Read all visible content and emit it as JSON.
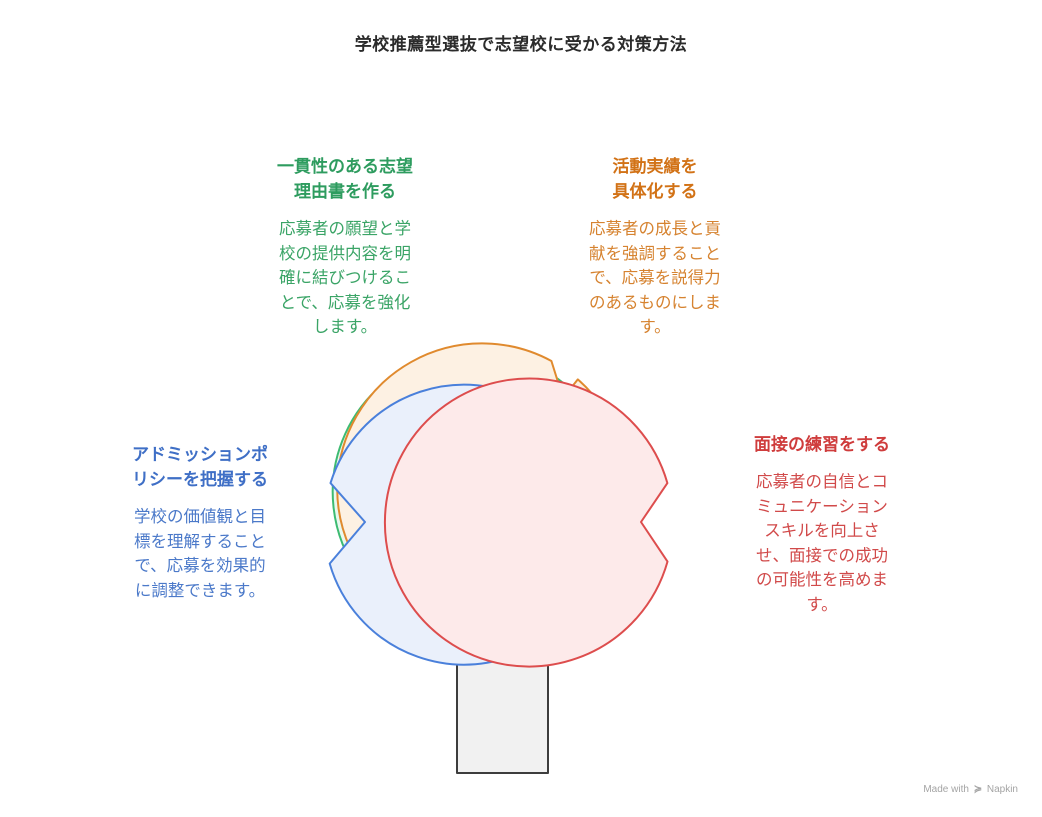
{
  "title": "学校推薦型選抜で志望校に受かる対策方法",
  "bubbles": {
    "green": {
      "heading": "一貫性のある志望\n理由書を作る",
      "body": "応募者の願望と学\n校の提供内容を明\n確に結びつけるこ\nとで、応募を強化\nします。",
      "stroke": "#3dbb72",
      "fill": "#e9f8ef"
    },
    "orange": {
      "heading": "活動実績を\n具体化する",
      "body": "応募者の成長と貢\n献を強調すること\nで、応募を説得力\nのあるものにしま\nす。",
      "stroke": "#e08a2e",
      "fill": "#fdf1e3"
    },
    "blue": {
      "heading": "アドミッションポ\nリシーを把握する",
      "body": "学校の価値観と目\n標を理解すること\nで、応募を効果的\nに調整できます。",
      "stroke": "#4a80db",
      "fill": "#eaf0fb"
    },
    "red": {
      "heading": "面接の練習をする",
      "body": "応募者の自信とコ\nミュニケーション\nスキルを向上さ\nせ、面接での成功\nの可能性を高めま\nす。",
      "stroke": "#dd4d4d",
      "fill": "#fdeaea"
    }
  },
  "watermark": {
    "prefix": "Made with",
    "logo": "≽",
    "brand": "Napkin"
  }
}
